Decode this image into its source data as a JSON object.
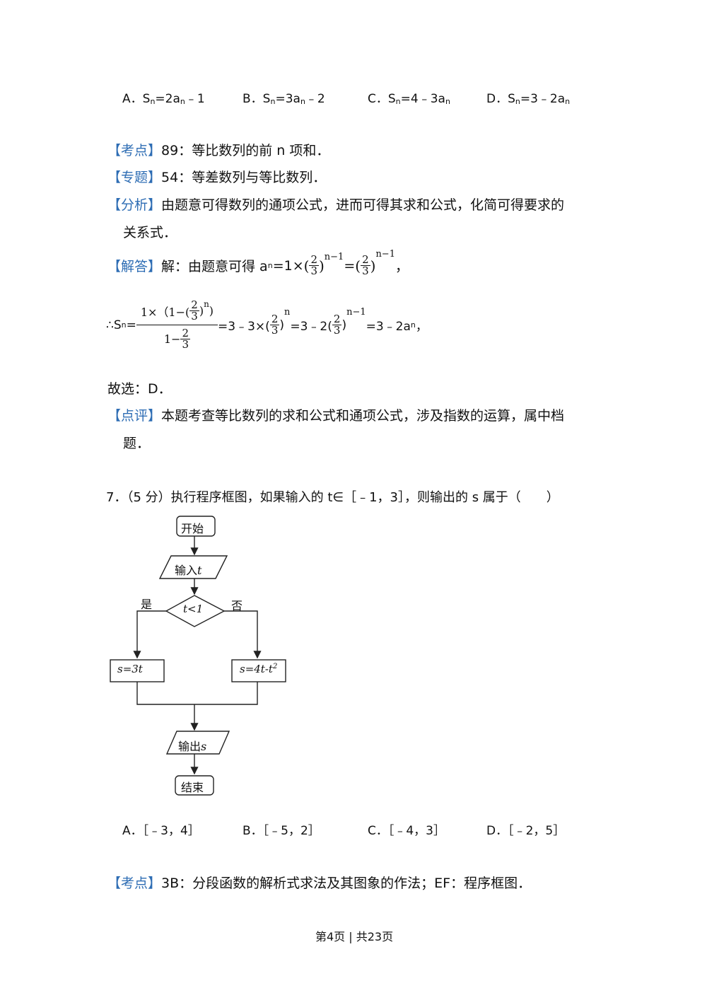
{
  "q6_options": [
    {
      "letter": "A．",
      "pre": "S",
      "sub1": "n",
      "mid": "=2a",
      "sub2": "n",
      "post": "﹣1"
    },
    {
      "letter": "B．",
      "pre": "S",
      "sub1": "n",
      "mid": "=3a",
      "sub2": "n",
      "post": "﹣2"
    },
    {
      "letter": "C．",
      "pre": "S",
      "sub1": "n",
      "mid": "=4﹣3a",
      "sub2": "n",
      "post": ""
    },
    {
      "letter": "D．",
      "pre": "S",
      "sub1": "n",
      "mid": "=3﹣2a",
      "sub2": "n",
      "post": ""
    }
  ],
  "q6_analysis": {
    "kaodian_tag": "【考点】",
    "kaodian_text": "89：等比数列的前 n 项和．",
    "zhuanti_tag": "【专题】",
    "zhuanti_text": "54：等差数列与等比数列．",
    "fenxi_tag": "【分析】",
    "fenxi_line1": "由题意可得数列的通项公式，进而可得其求和公式，化简可得要求的",
    "fenxi_line2": "关系式．",
    "jieda_tag": "【解答】",
    "jieda_text": "解：由题意可得 a",
    "jieda_sub": "n",
    "jieda_eq": "=1×",
    "frac_num": "2",
    "frac_den": "3",
    "exp1": "n−1",
    "eq2": "=",
    "exp2": "n−1",
    "comma": "，",
    "sum_prefix": "∴S",
    "sum_sub": "n",
    "sum_eq": "=",
    "sum_num_a": "1×（1−(",
    "sum_num_b": ")",
    "sum_num_exp": "n",
    "sum_num_c": ")",
    "sum_den_a": "1−",
    "sum_rhs1": "=3﹣3×(",
    "sum_rhs1_close": ")",
    "sum_rhs1_exp": "n",
    "sum_rhs2": "=3﹣2(",
    "sum_rhs2_close": ")",
    "sum_rhs2_exp": "n−1",
    "sum_rhs3": "=3﹣2a",
    "sum_rhs3_sub": "n",
    "sum_rhs3_end": "，",
    "guxuan": "故选：D．",
    "dianping_tag": "【点评】",
    "dianping_line1": "本题考查等比数列的求和公式和通项公式，涉及指数的运算，属中档",
    "dianping_line2": "题．"
  },
  "q7": {
    "question": "7．（5 分）执行程序框图，如果输入的 t∈［﹣1，3］，则输出的 s 属于（　　）",
    "flow": {
      "start": "开始",
      "input": "输入",
      "input_var": "t",
      "cond": "t<1",
      "yes": "是",
      "no": "否",
      "left_box": "s=3t",
      "right_box": "s=4t-t",
      "right_exp": "2",
      "output": "输出",
      "output_var": "s",
      "end": "结束"
    },
    "options": [
      "A．［﹣3，4］",
      "B．［﹣5，2］",
      "C．［﹣4，3］",
      "D．［﹣2，5］"
    ],
    "kaodian_tag": "【考点】",
    "kaodian_text": "3B：分段函数的解析式求法及其图象的作法；EF：程序框图．"
  },
  "footer": "第4页 | 共23页",
  "colors": {
    "tag": "#2e6db4",
    "text": "#111111"
  }
}
